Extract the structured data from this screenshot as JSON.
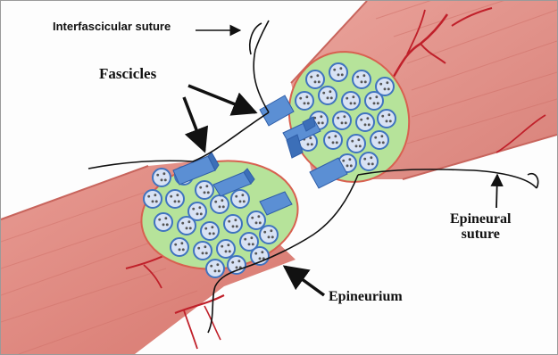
{
  "labels": {
    "interfascicular_suture": "Interfascicular suture",
    "fascicles": "Fascicles",
    "epineural_suture_line1": "Epineural",
    "epineural_suture_line2": "suture",
    "epineurium": "Epineurium"
  },
  "colors": {
    "nerve": "#e4938a",
    "nerve_dark": "#c8655d",
    "blood_vessel": "#c0202a",
    "epineurium_fill": "#b6e39a",
    "fascicle": "#5b8fd4",
    "fascicle_dark": "#2f5ea8",
    "suture": "#111111"
  }
}
